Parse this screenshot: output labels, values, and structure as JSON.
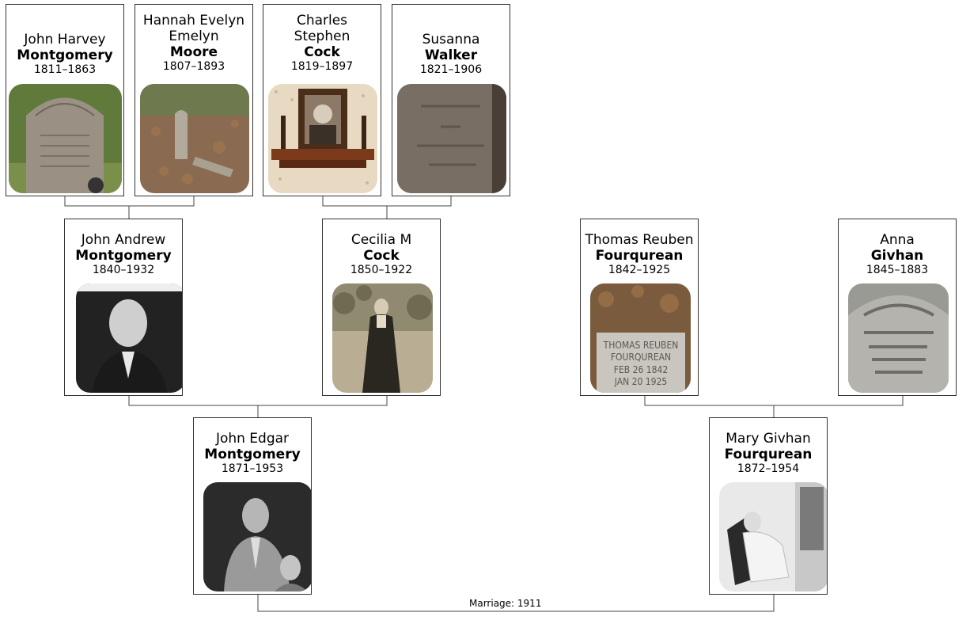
{
  "people": {
    "john_harvey": {
      "given": "John Harvey",
      "surname": "Montgomery",
      "years": "1811–1863",
      "photo": "headstone-photo"
    },
    "hannah": {
      "given": "Hannah Evelyn Emelyn",
      "surname": "Moore",
      "years": "1807–1893",
      "photo": "grave-marker-photo"
    },
    "charles": {
      "given": "Charles Stephen",
      "surname": "Cock",
      "years": "1819–1897",
      "photo": "framed-portrait-photo"
    },
    "susanna": {
      "given": "Susanna",
      "surname": "Walker",
      "years": "1821–1906",
      "photo": "headstone-photo"
    },
    "john_andrew": {
      "given": "John Andrew",
      "surname": "Montgomery",
      "years": "1840–1932",
      "photo": "portrait-photo"
    },
    "cecilia": {
      "given": "Cecilia M",
      "surname": "Cock",
      "years": "1850–1922",
      "photo": "standing-woman-photo"
    },
    "thomas": {
      "given": "Thomas Reuben",
      "surname": "Fourqurean",
      "years": "1842–1925",
      "photo": "headstone-photo",
      "inscription": [
        "THOMAS REUBEN",
        "FOURQUREAN",
        "FEB 26 1842",
        "JAN 20 1925"
      ]
    },
    "anna": {
      "given": "Anna",
      "surname": "Givhan",
      "years": "1845–1883",
      "photo": "headstone-photo"
    },
    "john_edgar": {
      "given": "John Edgar",
      "surname": "Montgomery",
      "years": "1871–1953",
      "photo": "portrait-photo"
    },
    "mary": {
      "given": "Mary Givhan",
      "surname": "Fourqurean",
      "years": "1872–1954",
      "photo": "seated-woman-photo"
    }
  },
  "marriage": {
    "label": "Marriage: 1911"
  },
  "colors": {
    "line": "#333333",
    "card_border": "#333333"
  }
}
